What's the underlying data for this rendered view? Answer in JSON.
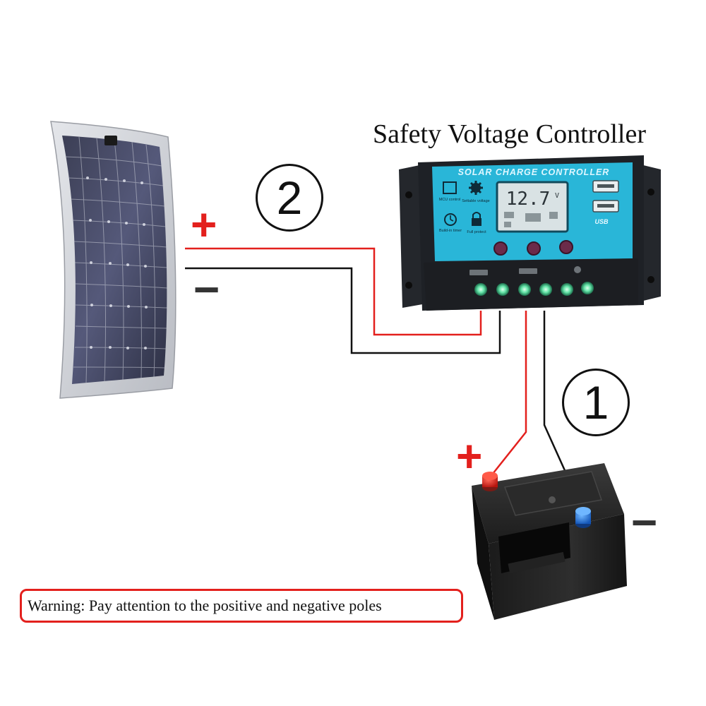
{
  "diagram": {
    "title": "Safety Voltage Controller",
    "step_panel_link": "2",
    "step_battery_link": "1",
    "panel_positive": "+",
    "panel_negative": "−",
    "battery_positive": "+",
    "battery_negative": "−",
    "warning": "Warning: Pay attention to the positive and negative poles"
  },
  "controller": {
    "header": "SOLAR CHARGE CONTROLLER",
    "display_reading": "12.7",
    "display_unit": "V",
    "feature_mcu": "MCU control",
    "feature_voltage": "Settable voltage",
    "feature_timer": "Build-in timer",
    "feature_protect": "Full protect",
    "usb_label": "USB",
    "body_color": "#29b6d8",
    "case_color": "#1e2126"
  },
  "wiring": {
    "positive_color": "#e3201d",
    "negative_color": "#111111"
  }
}
